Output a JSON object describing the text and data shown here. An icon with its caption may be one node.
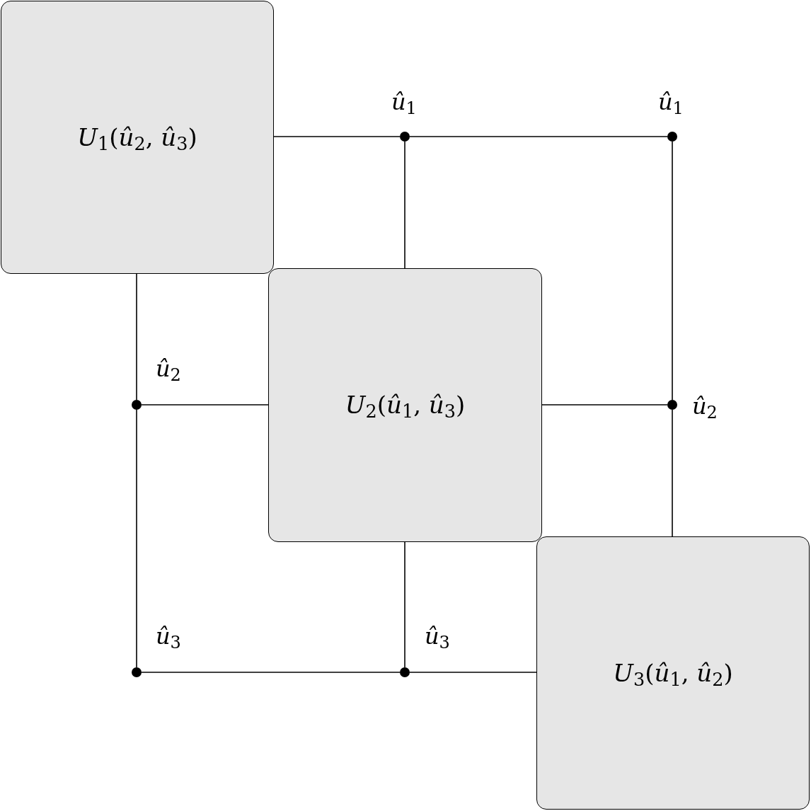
{
  "diagram": {
    "nodes": [
      {
        "text": [
          "*U*$_{1}$(*û*$_{2}$, *û*$_{3}$)"
        ]
      },
      {
        "text": [
          "*U*$_{2}$(*û*$_{1}$, *û*$_{3}$)"
        ]
      },
      {
        "text": [
          "*U*$_{3}$(*û*$_{1}$, *û*$_{2}$)"
        ]
      },
      {
        "text": [],
        "shape": "circle",
        "beside": [
          "*û*$_{1}$"
        ]
      },
      {
        "text": [],
        "shape": "circle",
        "beside": [
          "*û*$_{1}$"
        ]
      },
      {
        "text": [],
        "shape": "circle",
        "beside": [
          "*û*$_{2}$"
        ]
      },
      {
        "text": [],
        "shape": "circle",
        "beside": [
          "*û*$_{2}$"
        ]
      },
      {
        "text": [],
        "shape": "circle",
        "beside": [
          "*û*$_{3}$"
        ]
      },
      {
        "text": [],
        "shape": "circle",
        "beside": [
          "*û*$_{3}$"
        ]
      }
    ],
    "edges": [
      {
        "from": 0,
        "to": 3,
        "arrow": "none"
      },
      {
        "from": 3,
        "to": 4,
        "arrow": "none"
      },
      {
        "from": 3,
        "to": 1,
        "arrow": "none"
      },
      {
        "from": 4,
        "to": 6,
        "arrow": "none"
      },
      {
        "from": 6,
        "to": 2,
        "arrow": "none"
      },
      {
        "from": 1,
        "to": 6,
        "arrow": "none"
      },
      {
        "from": 0,
        "to": 5,
        "arrow": "none"
      },
      {
        "from": 5,
        "to": 7,
        "arrow": "none"
      },
      {
        "from": 5,
        "to": 1,
        "arrow": "none"
      },
      {
        "from": 7,
        "to": 8,
        "arrow": "none"
      },
      {
        "from": 8,
        "to": 2,
        "arrow": "none"
      },
      {
        "from": 8,
        "to": 1,
        "arrow": "none"
      }
    ]
  }
}
